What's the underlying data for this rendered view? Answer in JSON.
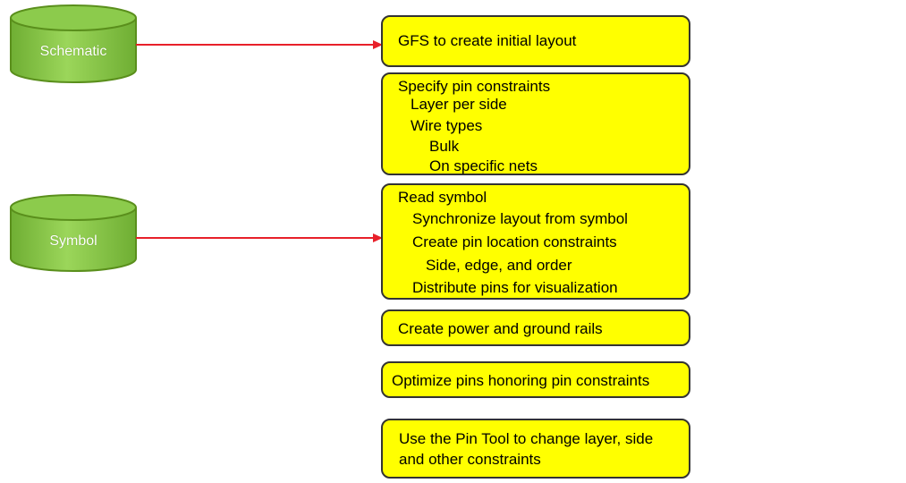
{
  "colors": {
    "cylinder_fill": "#8bc84a",
    "cylinder_stroke": "#5a8f1c",
    "cylinder_top": "#7fbf3e",
    "arrow": "#e8202a",
    "box_fill": "#ffff00",
    "box_border": "#333333"
  },
  "cylinders": [
    {
      "label": "Schematic"
    },
    {
      "label": "Symbol"
    }
  ],
  "steps": [
    {
      "lines": [
        "GFS to create initial layout"
      ]
    },
    {
      "lines": [
        "Specify pin constraints",
        "Layer per side",
        "Wire types",
        "Bulk",
        "On specific nets"
      ]
    },
    {
      "lines": [
        "Read symbol",
        "Synchronize layout from symbol",
        "Create pin location constraints",
        "Side, edge, and order",
        "Distribute pins for visualization"
      ]
    },
    {
      "lines": [
        "Create power and ground rails"
      ]
    },
    {
      "lines": [
        "Optimize pins honoring pin constraints"
      ]
    },
    {
      "lines": [
        "Use the Pin Tool to change layer, side",
        "and other constraints"
      ]
    }
  ]
}
